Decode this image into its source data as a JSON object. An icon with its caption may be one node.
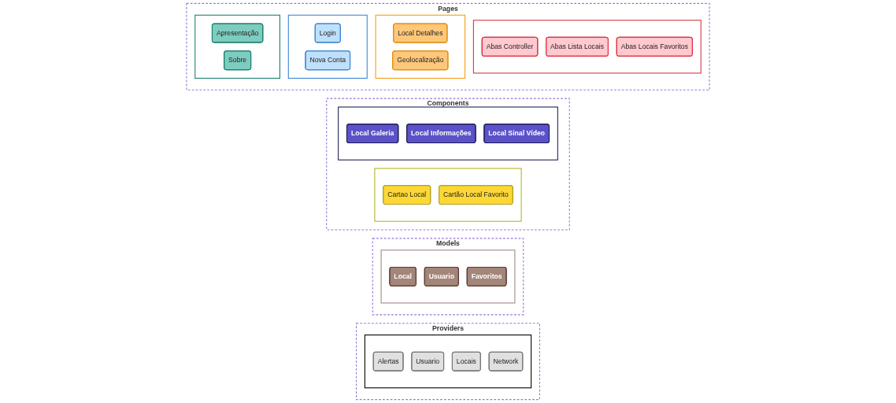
{
  "diagram": {
    "nodes": [
      {
        "text": [
          "Pages"
        ]
      },
      {
        "text": [],
        "shape": "box",
        "in": 0
      },
      {
        "text": [
          "Apresentação"
        ],
        "in": 1
      },
      {
        "text": [
          "Sobre"
        ],
        "in": 1
      },
      {
        "text": [],
        "shape": "box",
        "in": 0
      },
      {
        "text": [
          "Login"
        ],
        "in": 4
      },
      {
        "text": [
          "Nova Conta"
        ],
        "in": 4
      },
      {
        "text": [],
        "shape": "box",
        "in": 0
      },
      {
        "text": [
          "Local Detalhes"
        ],
        "in": 7
      },
      {
        "text": [
          "Geolocalização"
        ],
        "in": 7
      },
      {
        "text": [],
        "shape": "box",
        "in": 0
      },
      {
        "text": [
          "Abas Controller"
        ],
        "in": 10
      },
      {
        "text": [
          "Abas Lista Locais"
        ],
        "in": 10
      },
      {
        "text": [
          "Abas Locais Favoritos"
        ],
        "in": 10
      },
      {
        "text": [
          "Components"
        ]
      },
      {
        "text": [],
        "shape": "box",
        "in": 14
      },
      {
        "text": [
          "Local Galeria"
        ],
        "in": 15
      },
      {
        "text": [
          "Local Informações"
        ],
        "in": 15
      },
      {
        "text": [
          "Local Sinal Vídeo"
        ],
        "in": 15
      },
      {
        "text": [],
        "shape": "box",
        "in": 14
      },
      {
        "text": [
          "Cartao Local"
        ],
        "in": 19
      },
      {
        "text": [
          "Cartão Local Favorito"
        ],
        "in": 19
      },
      {
        "text": [
          "Models"
        ]
      },
      {
        "text": [],
        "shape": "box",
        "in": 22
      },
      {
        "text": [
          "Local"
        ],
        "in": 23
      },
      {
        "text": [
          "Usuario"
        ],
        "in": 23
      },
      {
        "text": [
          "Favoritos"
        ],
        "in": 23
      },
      {
        "text": [
          "Providers"
        ]
      },
      {
        "text": [],
        "shape": "box",
        "in": 27
      },
      {
        "text": [
          "Alertas"
        ],
        "in": 28
      },
      {
        "text": [
          "Usuario"
        ],
        "in": 28
      },
      {
        "text": [
          "Locais"
        ],
        "in": 28
      },
      {
        "text": [
          "Network"
        ],
        "in": 28
      }
    ]
  }
}
